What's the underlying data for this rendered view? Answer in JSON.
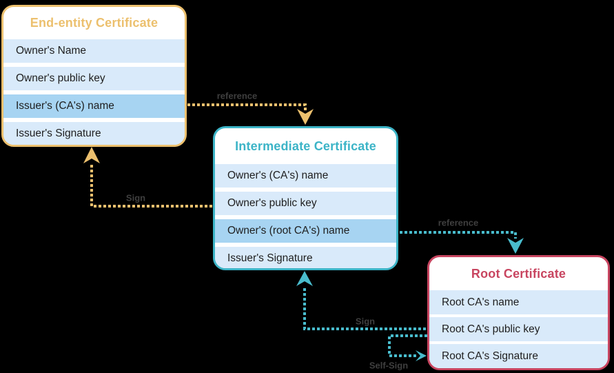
{
  "canvas": {
    "background": "#000000"
  },
  "boxes": [
    {
      "title": "End-entity Certificate",
      "accent": "#ecc06e",
      "rows": [
        {
          "label": "Owner's Name"
        },
        {
          "label": "Owner's public key"
        },
        {
          "label": "Issuer's (CA's) name"
        },
        {
          "label": "Issuer's Signature"
        }
      ]
    },
    {
      "title": "Intermediate Certificate",
      "accent": "#3cb4c7",
      "rows": [
        {
          "label": "Owner's (CA's) name"
        },
        {
          "label": "Owner's public key"
        },
        {
          "label": "Owner's (root CA's) name"
        },
        {
          "label": "Issuer's Signature"
        }
      ]
    },
    {
      "title": "Root Certificate",
      "accent": "#c84560",
      "rows": [
        {
          "label": "Root CA's name"
        },
        {
          "label": "Root CA's public key"
        },
        {
          "label": "Root CA's Signature"
        }
      ]
    }
  ],
  "row_colors": {
    "normal": "#d9eafa",
    "highlight": "#a7d4f2",
    "text": "#1e1e1e"
  },
  "label_color": "#3f3f3f",
  "arrows": [
    {
      "label": "reference",
      "color": "#ecc06e"
    },
    {
      "label": "Sign",
      "color": "#ecc06e"
    },
    {
      "label": "reference",
      "color": "#49bccd"
    },
    {
      "label": "Sign",
      "color": "#49bccd"
    },
    {
      "label": "Self-Sign",
      "color": "#49bccd"
    }
  ]
}
